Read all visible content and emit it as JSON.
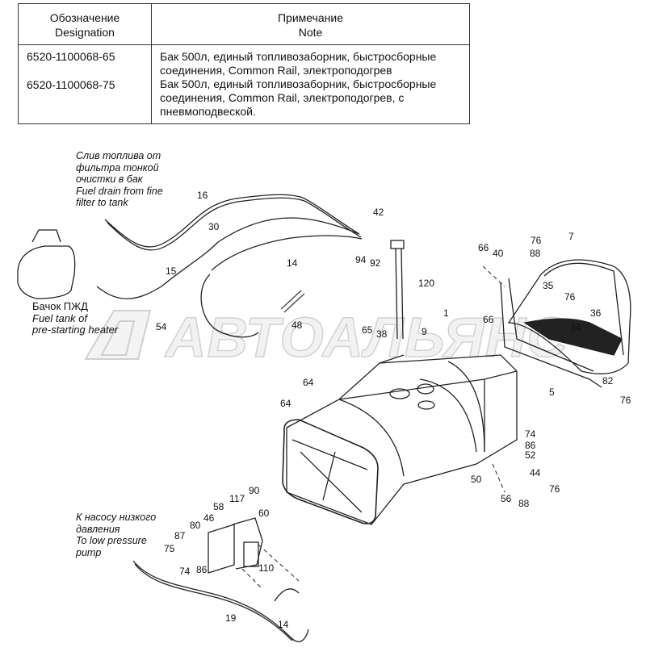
{
  "table": {
    "header_designation_ru": "Обозначение",
    "header_designation_en": "Designation",
    "header_note_ru": "Примечание",
    "header_note_en": "Note",
    "rows": [
      {
        "designation": "6520-1100068-65",
        "note_lines": [
          "Бак 500л, единый топливозаборник, быстросборные",
          "соединения, Common Rail, электроподогрев"
        ]
      },
      {
        "designation": "6520-1100068-75",
        "note_lines": [
          "Бак 500л, единый топливозаборник, быстросборные",
          "соединения, Common Rail, электроподогрев, с",
          "пневмоподвеской."
        ]
      }
    ]
  },
  "captions": {
    "fuel_drain": [
      "Слив топлива от",
      "фильтра тонкой",
      "очистки в бак",
      "Fuel drain from fine",
      "filter to tank"
    ],
    "heater_tank": [
      "Бачок ПЖД",
      "Fuel tank of",
      "pre-starting heater"
    ],
    "low_pressure": [
      "К насосу низкого",
      "давления",
      "To low pressure",
      "pump"
    ]
  },
  "watermark": "АВТОАЛЬЯНС",
  "part_numbers": [
    "16",
    "30",
    "42",
    "94",
    "92",
    "14",
    "15",
    "54",
    "48",
    "120",
    "1",
    "9",
    "65",
    "38",
    "64",
    "64",
    "66",
    "40",
    "66",
    "88",
    "76",
    "7",
    "35",
    "76",
    "36",
    "34",
    "5",
    "82",
    "76",
    "74",
    "86",
    "52",
    "50",
    "44",
    "56",
    "88",
    "76",
    "117",
    "90",
    "58",
    "46",
    "60",
    "80",
    "87",
    "75",
    "74",
    "86",
    "110",
    "19",
    "14"
  ]
}
